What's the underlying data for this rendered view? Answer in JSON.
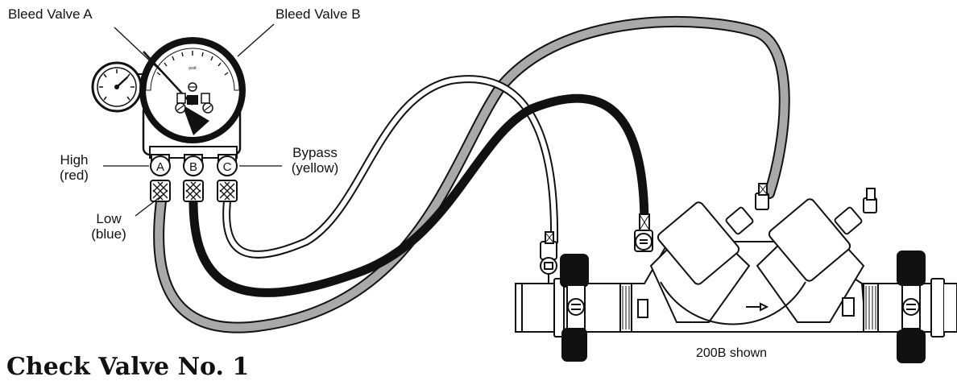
{
  "labels": {
    "bleed_valve_a": "Bleed Valve A",
    "bleed_valve_b": "Bleed Valve B",
    "high_line1": "High",
    "high_line2": "(red)",
    "low_line1": "Low",
    "low_line2": "(blue)",
    "bypass_line1": "Bypass",
    "bypass_line2": "(yellow)",
    "port_a": "A",
    "port_b": "B",
    "port_c": "C"
  },
  "heading": "Check Valve No. 1",
  "caption": "200B shown",
  "colors": {
    "ink": "#111111",
    "hose_gray": "#a9a9a9",
    "hose_black": "#111111",
    "hose_white": "#ffffff"
  }
}
